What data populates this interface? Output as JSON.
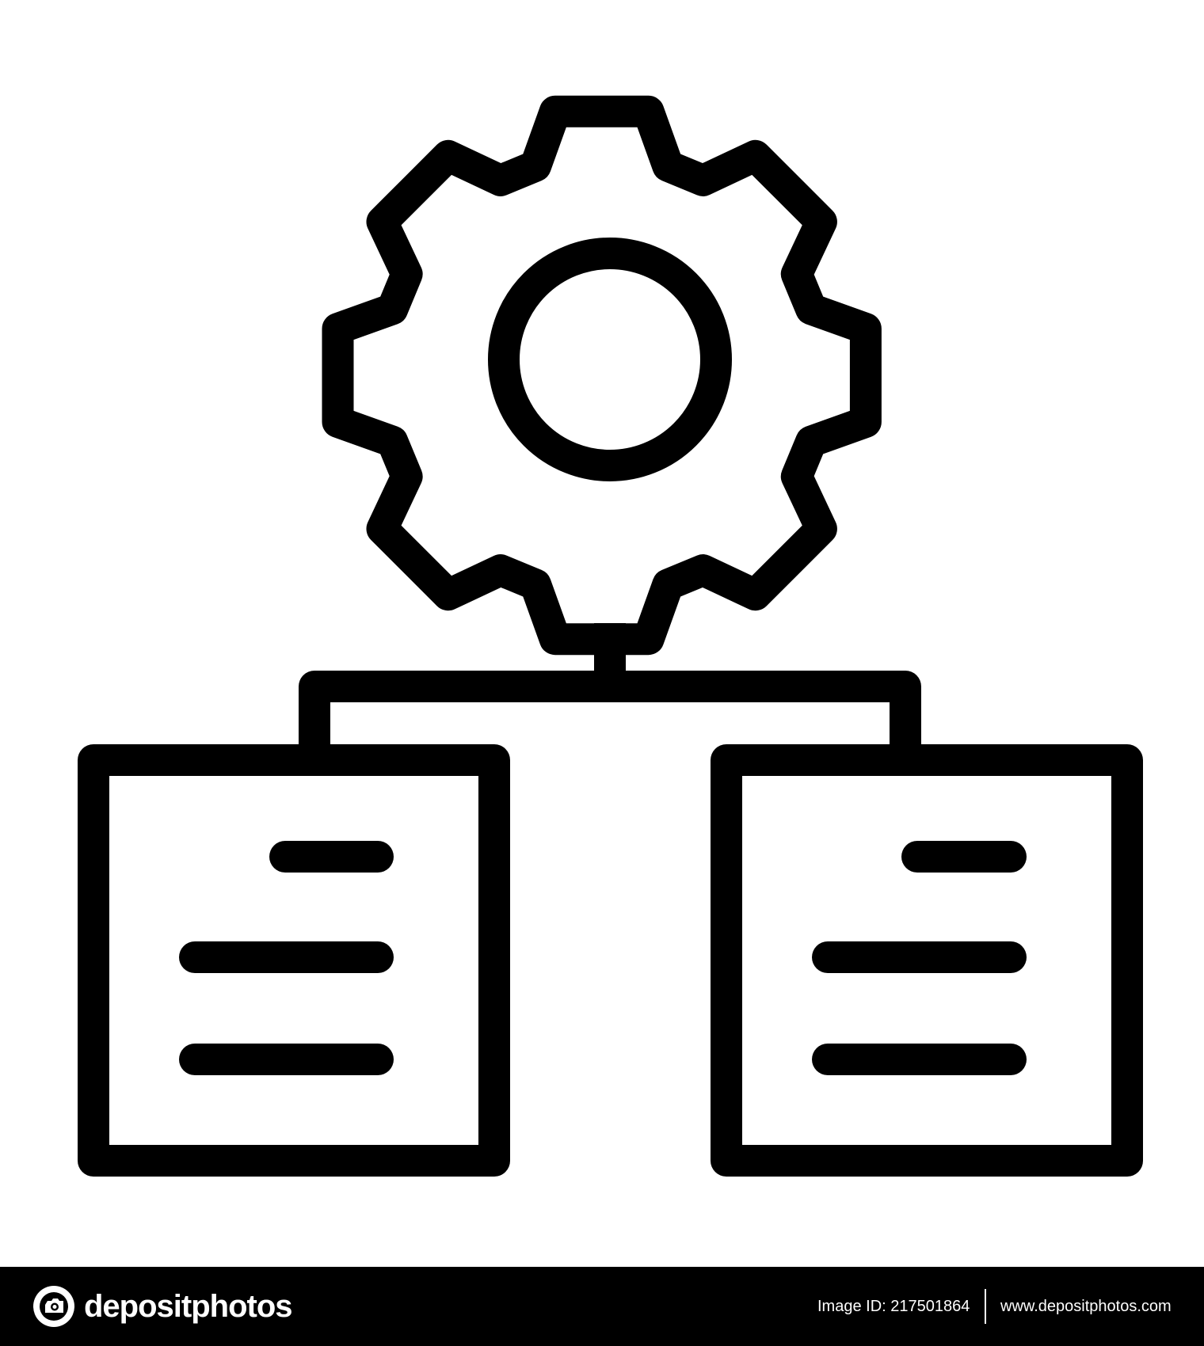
{
  "illustration": {
    "subject": "gear connected to two documents",
    "stroke_color": "#000000",
    "background_color": "#ffffff",
    "icons": [
      "gear-icon",
      "document-icon",
      "document-icon"
    ]
  },
  "footer": {
    "background_color": "#000000",
    "text_color": "#ffffff",
    "brand_name": "depositphotos",
    "image_id": "Image ID: 217501864",
    "site_url": "www.depositphotos.com"
  }
}
